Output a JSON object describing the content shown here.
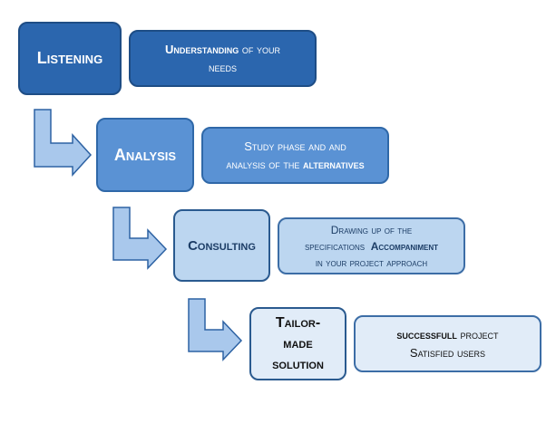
{
  "stages": [
    {
      "name": "Listening",
      "desc_lines": [
        {
          "bold": "Understanding",
          "text": " of your"
        },
        {
          "bold": "",
          "text": "needs"
        }
      ]
    },
    {
      "name": "Analysis",
      "desc_lines": [
        {
          "bold": "",
          "text": "Study phase and and"
        },
        {
          "text": "analysis of the ",
          "bold": "alternatives"
        }
      ]
    },
    {
      "name": "Consulting",
      "desc_lines": [
        {
          "bold": "",
          "text": "Drawing up of the"
        },
        {
          "text": "specifications  ",
          "bold": "Accompaniment"
        },
        {
          "bold": "",
          "text": "in your project approach"
        }
      ]
    },
    {
      "name_lines": [
        "Tailor-",
        "made",
        "solution"
      ],
      "desc_lines": [
        {
          "bold": "successfull",
          "text": " project"
        },
        {
          "bold": "",
          "text": "Satisfied users"
        }
      ]
    }
  ],
  "colors": {
    "stage1": "#2b66ae",
    "stage2": "#5a92d4",
    "stage3": "#bcd6f0",
    "stage4": "#e1ecf8",
    "arrow_fill": "#a9c8ec",
    "arrow_stroke": "#2d62a3"
  }
}
